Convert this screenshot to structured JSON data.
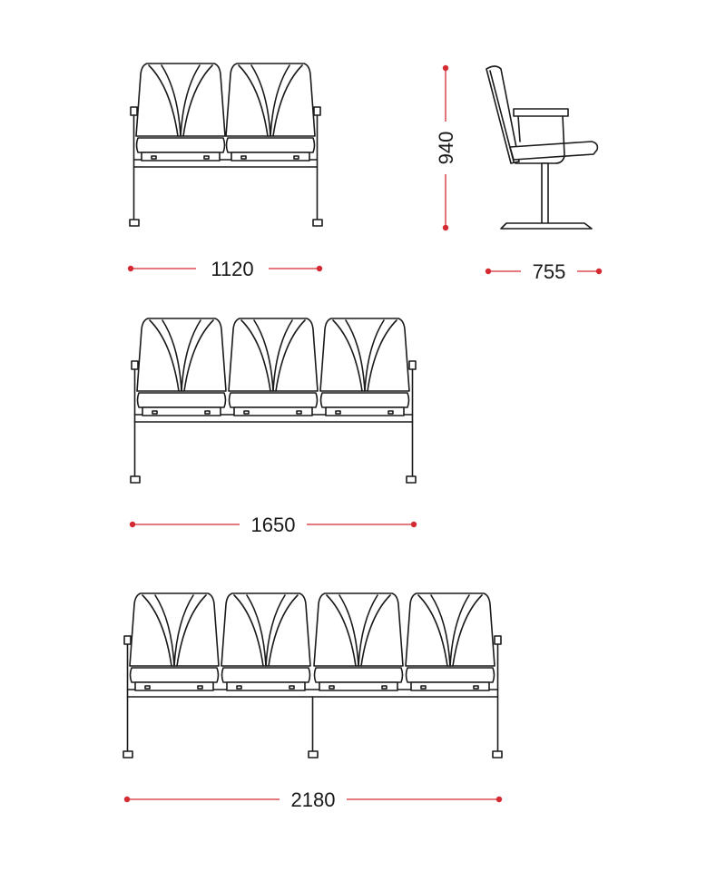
{
  "colors": {
    "dimension_line": "#d42a32",
    "outline": "#1a1a1a",
    "background": "#ffffff"
  },
  "dimensions": {
    "width_2_seat": "1120",
    "height": "940",
    "depth": "755",
    "width_3_seat": "1650",
    "width_4_seat": "2180"
  }
}
